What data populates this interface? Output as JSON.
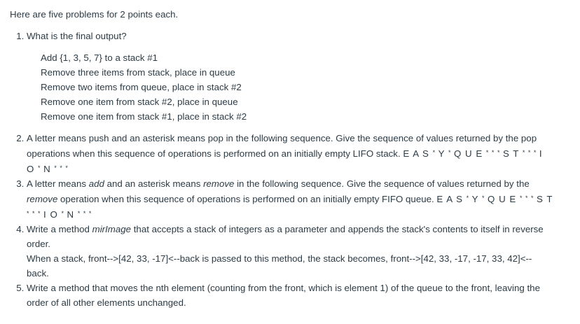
{
  "intro": "Here are five problems for 2 points each.",
  "problems": [
    {
      "number": "1",
      "title": "What is the final output?",
      "steps": [
        "Add {1, 3, 5, 7} to a stack #1",
        "Remove three items from stack, place in queue",
        "Remove two items from queue, place in stack #2",
        "Remove one item from stack #2, place in queue",
        "Remove one item from stack #1, place in stack #2"
      ]
    },
    {
      "number": "2",
      "text": "A letter means push and an asterisk means pop in the following sequence. Give the sequence of values returned by the pop operations when this sequence of operations is performed on an initially empty LIFO stack. ",
      "sequence": "E A S * Y * Q U E * * * S T * * * I O * N * * *"
    },
    {
      "number": "3",
      "text_a": "A letter means ",
      "em_add": "add",
      "text_b": " and an asterisk means ",
      "em_remove": "remove",
      "text_c": " in the following sequence. Give the sequence of values returned by the ",
      "em_remove2": "remove",
      "text_d": " operation when this sequence of operations is performed on an initially empty FIFO queue. ",
      "sequence": "E A S * Y * Q U E * * * S T * * * I O * N * * *"
    },
    {
      "number": "4",
      "text_a": "Write a method ",
      "em_method": "mirImage",
      "text_b": " that accepts a stack of integers as a parameter and appends the stack's contents to itself in reverse order.",
      "example": "When a stack, front-->[42, 33, -17]<--back is passed to this method, the stack becomes, front-->[42, 33, -17, -17, 33, 42]<--back."
    },
    {
      "number": "5",
      "text": "Write a method that moves the nth element (counting from the front, which is element 1) of the queue to the front, leaving the order of all other elements unchanged."
    }
  ]
}
